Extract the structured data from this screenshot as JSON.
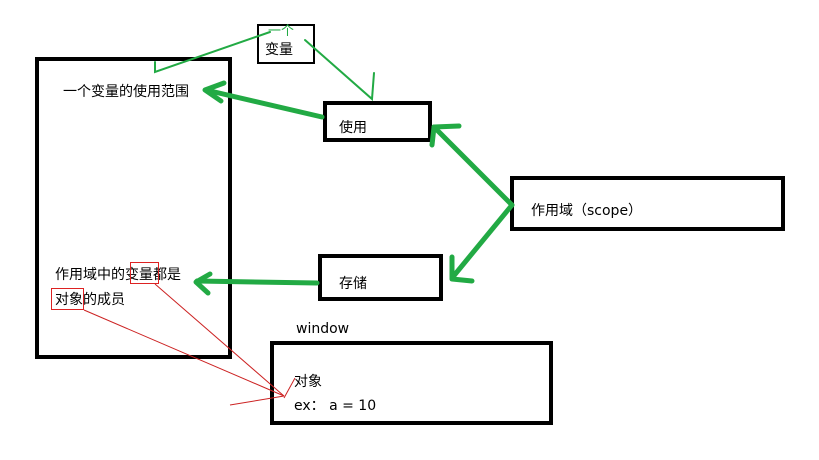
{
  "left_panel": {
    "line1": "一个变量的使用范围",
    "line2": "作用域中的变量都是",
    "line3": "对象的成员"
  },
  "top_note": {
    "green_text": "一个",
    "black_text": "变量"
  },
  "use_box": {
    "label": "使用"
  },
  "scope_box": {
    "label": "作用域（scope）"
  },
  "store_box": {
    "label": "存储"
  },
  "window_box": {
    "title": "window",
    "line1": "对象",
    "line2": "ex： a = 10"
  },
  "colors": {
    "arrow": "#22aa44",
    "annotation": "#cc2222",
    "border": "#000000"
  }
}
